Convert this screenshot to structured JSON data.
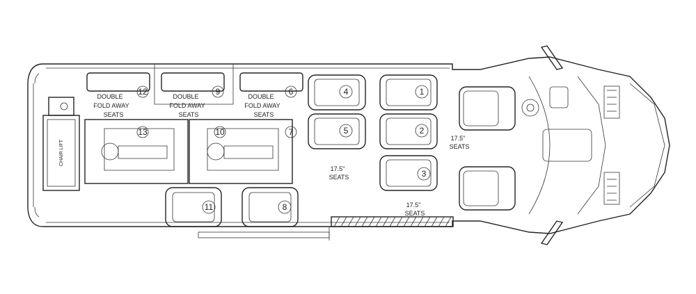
{
  "labels": {
    "double_fold_away": [
      "DOUBLE",
      "FOLD AWAY",
      "SEATS"
    ],
    "seats_175_middle": [
      "17.5\"",
      "SEATS"
    ],
    "seats_175_right": [
      "17.5\"",
      "SEATS"
    ],
    "seats_175_front": [
      "17.5\"",
      "SEATS"
    ],
    "chair_lift": "CHAIR LIFT"
  },
  "fold_away_numbers": [
    "12",
    "9",
    "6"
  ],
  "wheelchair_numbers": [
    "13",
    "10",
    "7"
  ],
  "seat_numbers": {
    "col_a": [
      "4",
      "5"
    ],
    "col_b": [
      "1",
      "2",
      "3"
    ],
    "rear": [
      "11",
      "8"
    ]
  }
}
